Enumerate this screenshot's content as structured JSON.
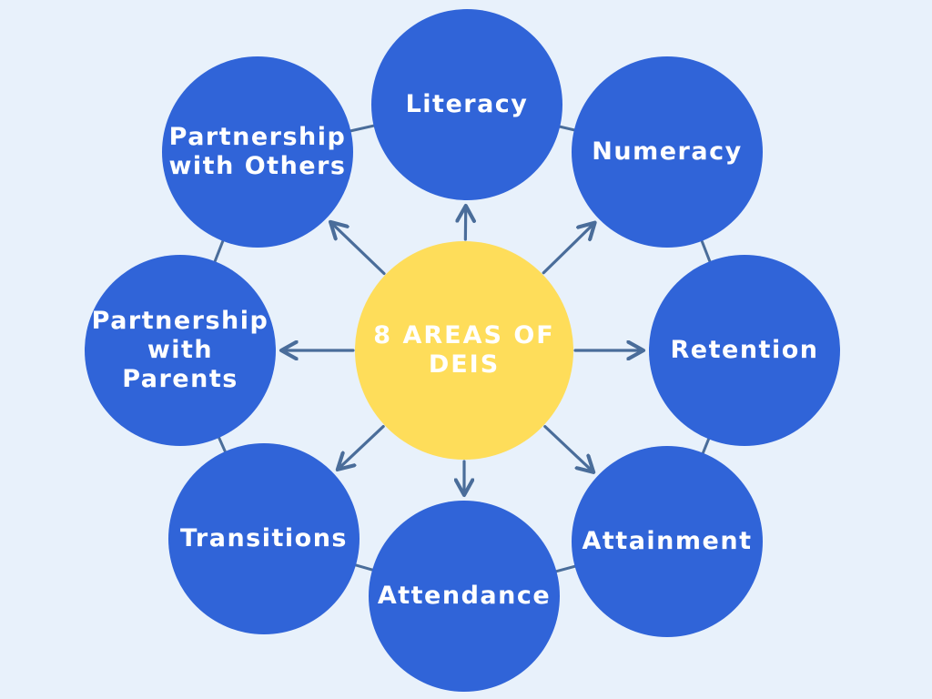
{
  "colors": {
    "background": "#e8f1fb",
    "area_circle": "#3064d8",
    "hub_circle": "#fedd5a",
    "arrow": "#4a6d9a",
    "ring_line": "#4a6d9a"
  },
  "hub": {
    "label": "8 AREAS OF DEIS"
  },
  "areas": [
    {
      "label": "Literacy"
    },
    {
      "label": "Numeracy"
    },
    {
      "label": "Retention"
    },
    {
      "label": "Attainment"
    },
    {
      "label": "Attendance"
    },
    {
      "label": "Transitions"
    },
    {
      "label": "Partnership\nwith Parents"
    },
    {
      "label": "Partnership\nwith Others"
    }
  ]
}
